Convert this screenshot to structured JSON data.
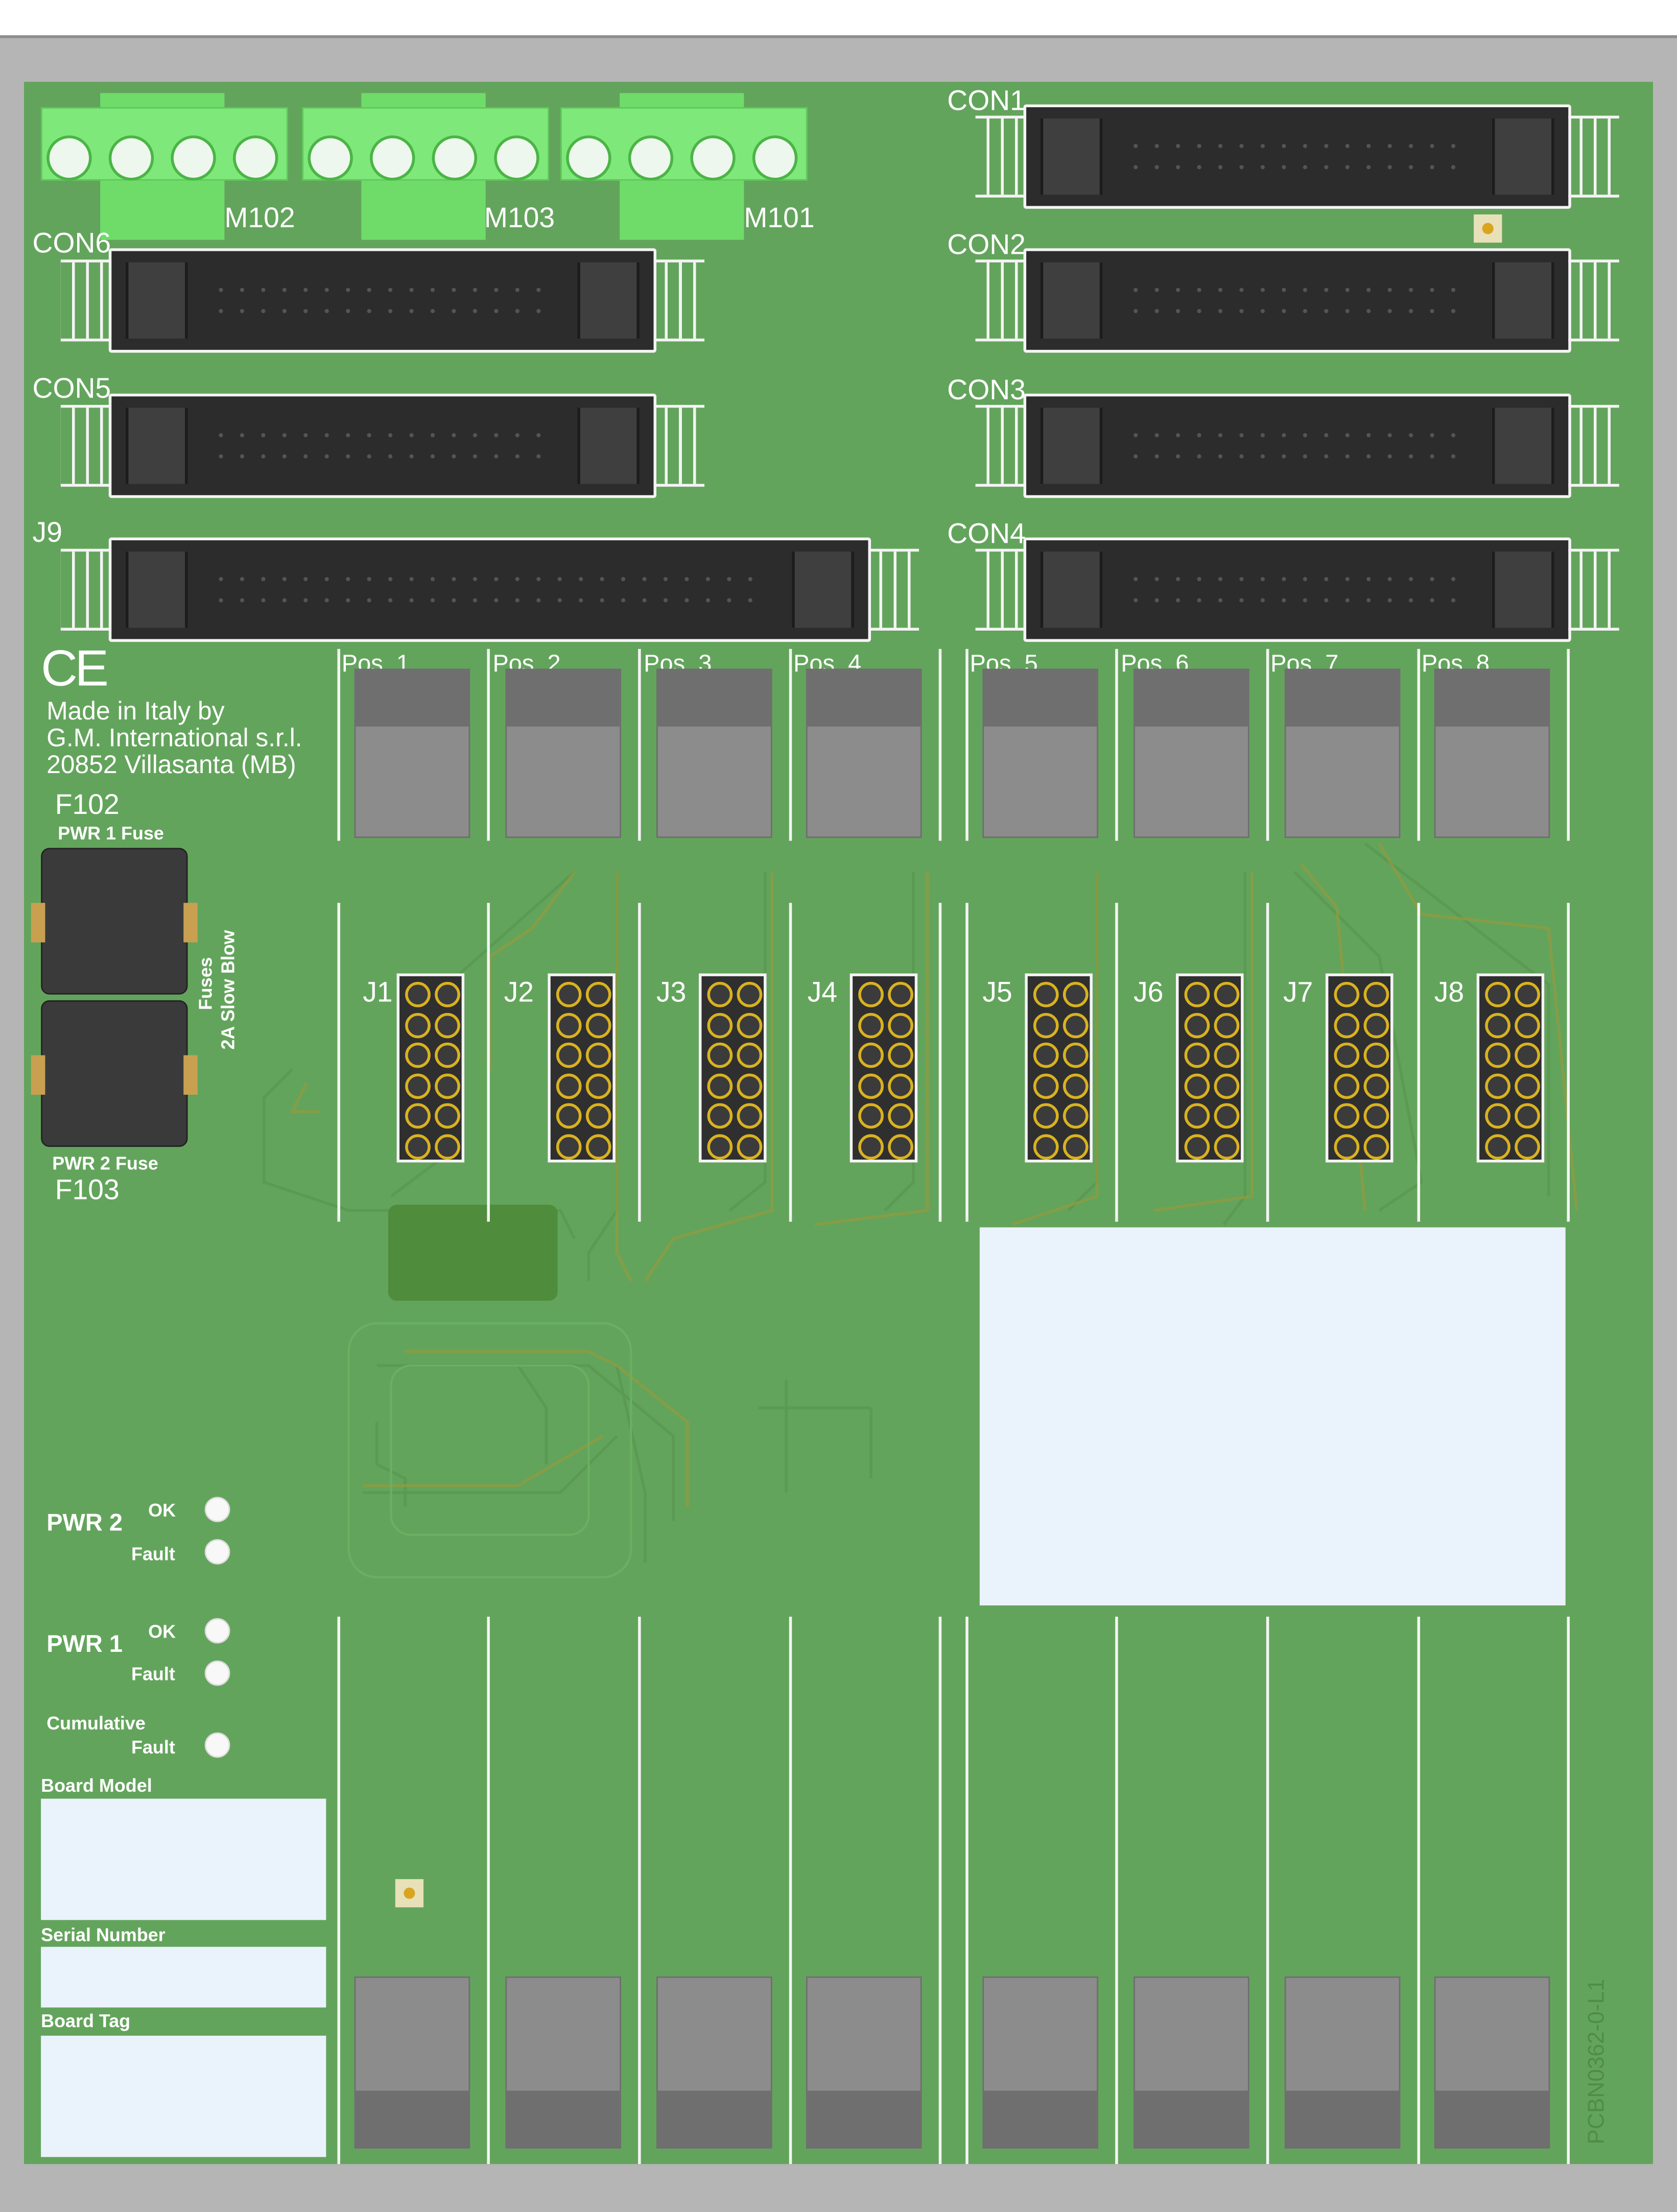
{
  "terminals": [
    "M102",
    "M103",
    "M101"
  ],
  "connectors": {
    "con1": "CON1",
    "con2": "CON2",
    "con3": "CON3",
    "con4": "CON4",
    "con5": "CON5",
    "con6": "CON6",
    "j9": "J9"
  },
  "positions": [
    "Pos. 1",
    "Pos. 2",
    "Pos. 3",
    "Pos. 4",
    "Pos. 5",
    "Pos. 6",
    "Pos. 7",
    "Pos. 8"
  ],
  "jumpers": [
    "J1",
    "J2",
    "J3",
    "J4",
    "J5",
    "J6",
    "J7",
    "J8"
  ],
  "maker": {
    "ce_mark": "CE",
    "line1": "Made in Italy by",
    "line2": "G.M. International s.r.l.",
    "line3": "20852 Villasanta (MB)"
  },
  "fuses": {
    "f102_ref": "F102",
    "f102_label": "PWR 1 Fuse",
    "f103_ref": "F103",
    "f103_label": "PWR 2 Fuse",
    "rating_line1": "Fuses",
    "rating_line2": "2A Slow Blow"
  },
  "status": {
    "pwr2": "PWR 2",
    "pwr1": "PWR 1",
    "ok": "OK",
    "fault": "Fault",
    "cumulative": "Cumulative",
    "cumulative_fault": "Fault"
  },
  "labels": {
    "board_model": "Board Model",
    "serial_number": "Serial Number",
    "board_tag": "Board Tag"
  },
  "part_number": "PCBN0362-0-L1",
  "colors": {
    "board": "#63a45c",
    "silkscreen": "#ffffff",
    "terminal": "#7fe87a",
    "connector": "#2c2c2c",
    "relay": "#8c8c8c",
    "label_area": "#eaf3fb",
    "pin_ring": "#d9b21f"
  }
}
